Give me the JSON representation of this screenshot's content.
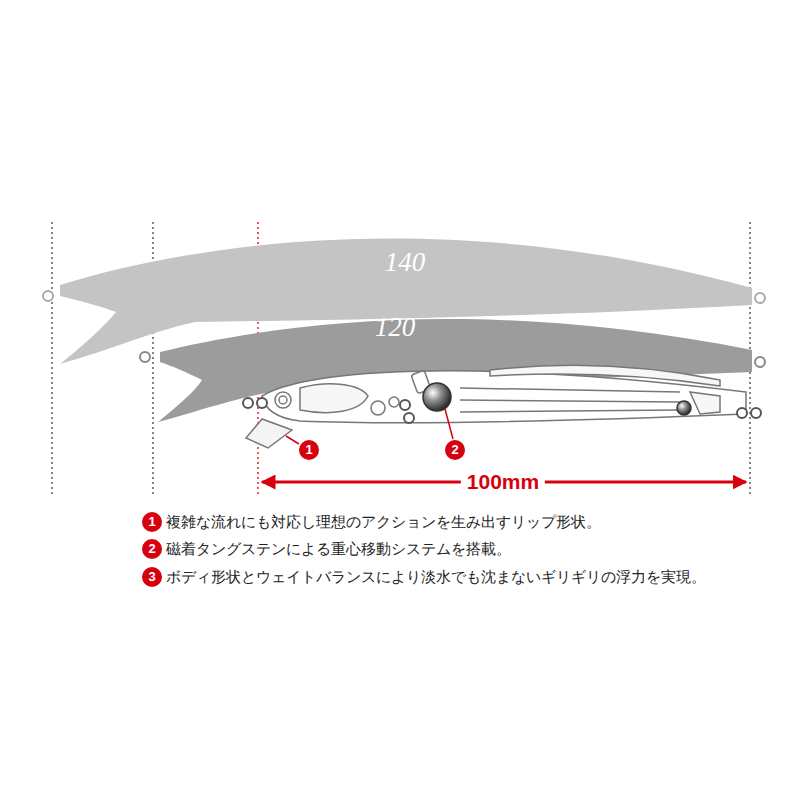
{
  "diagram": {
    "labels": [
      "140",
      "120",
      "1",
      "2",
      "100mm",
      "1",
      "複雑な流れにも対応し理想のアクションを生み出すリップ形状。",
      "2",
      "磁着タングステンによる重心移動システムを搭載。",
      "3",
      "ボディ形状とウェイトバランスにより淡水でも沈まないギリギリの浮力を実現。"
    ]
  }
}
